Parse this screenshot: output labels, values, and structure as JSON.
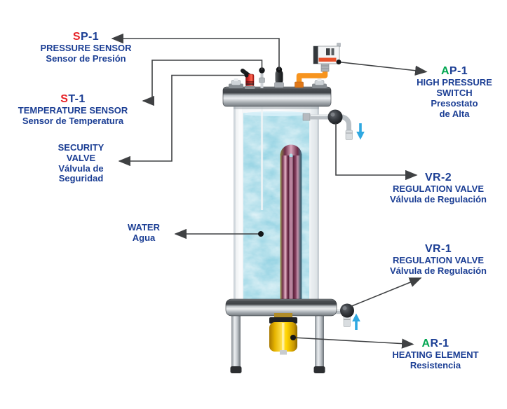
{
  "diagram_title": "Pressure vessel instrumentation diagram",
  "colors": {
    "label_blue": "#1b3e94",
    "accent_red": "#e62227",
    "accent_green": "#00a651",
    "leader_line": "#3f4143",
    "flow_arrow_blue": "#2fa8e1",
    "pipe_orange": "#f7941e",
    "heater_gold": "#f2c200",
    "water_blue": "#9fd8e8"
  },
  "labels": {
    "sp1": {
      "code_accent": "S",
      "code_rest": "P-1",
      "name_en": "PRESSURE SENSOR",
      "name_es": "Sensor de Presión"
    },
    "st1": {
      "code_accent": "S",
      "code_rest": "T-1",
      "name_en": "TEMPERATURE SENSOR",
      "name_es": "Sensor de Temperatura"
    },
    "security_valve": {
      "name_en_1": "SECURITY",
      "name_en_2": "VALVE",
      "name_es_1": "Válvula de",
      "name_es_2": "Seguridad"
    },
    "water": {
      "name_en": "WATER",
      "name_es": "Agua"
    },
    "ap1": {
      "code_accent": "A",
      "code_rest": "P-1",
      "name_en_1": "HIGH PRESSURE",
      "name_en_2": "SWITCH",
      "name_es_1": "Presostato",
      "name_es_2": "de Alta"
    },
    "vr2": {
      "code": "VR-2",
      "name_en": "REGULATION VALVE",
      "name_es": "Válvula de Regulación"
    },
    "vr1": {
      "code": "VR-1",
      "name_en": "REGULATION VALVE",
      "name_es": "Válvula de Regulación"
    },
    "ar1": {
      "code_accent": "A",
      "code_rest": "R-1",
      "name_en": "HEATING ELEMENT",
      "name_es": "Resistencia"
    }
  }
}
